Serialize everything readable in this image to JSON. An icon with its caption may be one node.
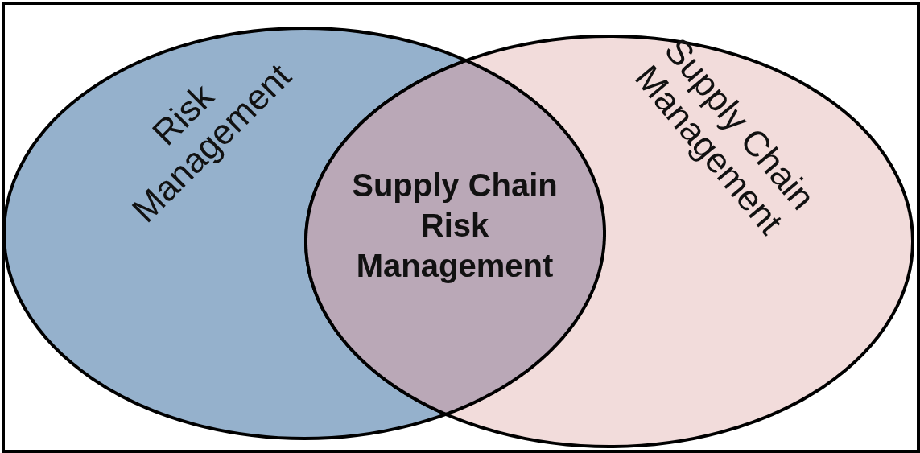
{
  "diagram": {
    "nodes": [
      {
        "text": [
          "Risk Management"
        ]
      },
      {
        "text": [
          "Supply Chain Management"
        ]
      },
      {
        "text": [
          "Supply Chain Risk Management"
        ]
      }
    ]
  }
}
